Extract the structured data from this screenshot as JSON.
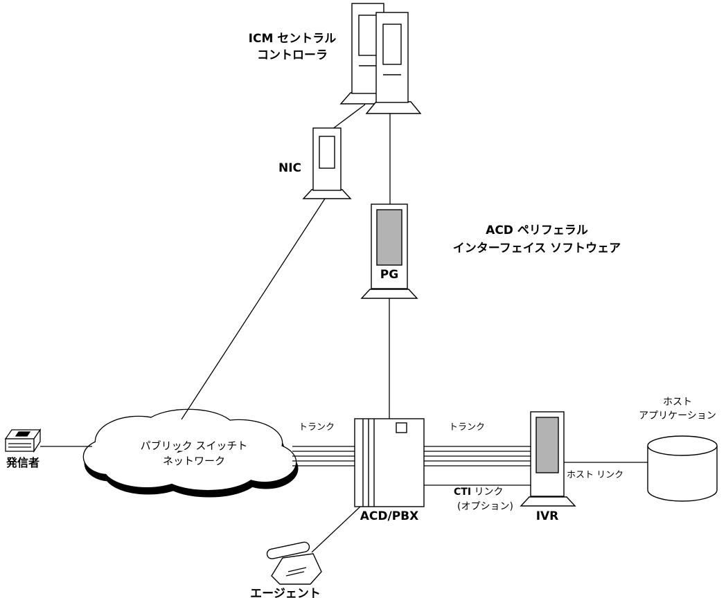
{
  "diagram": {
    "icm_label_line1": "ICM セントラル",
    "icm_label_line2": "コントローラ",
    "nic_label": "NIC",
    "pg_label": "PG",
    "acd_sw_line1": "ACD ペリフェラル",
    "acd_sw_line2": "インターフェイス ソフトウェア",
    "cloud_line1": "パブリック スイッチト",
    "cloud_line2": "ネットワーク",
    "caller_label": "発信者",
    "acdpbx_label": "ACD/PBX",
    "ivr_label": "IVR",
    "host_line1": "ホスト",
    "host_line2": "アプリケーション",
    "agent_label": "エージェント",
    "trunk_left_label": "トランク",
    "trunk_right_label": "トランク",
    "cti_bold": "CTI",
    "cti_rest": " リンク",
    "cti_line2": "(オプション)",
    "host_link_label": "ホスト リンク"
  },
  "colors": {
    "line": "#000000",
    "panel_gray": "#b3b3b3",
    "background": "#ffffff"
  }
}
